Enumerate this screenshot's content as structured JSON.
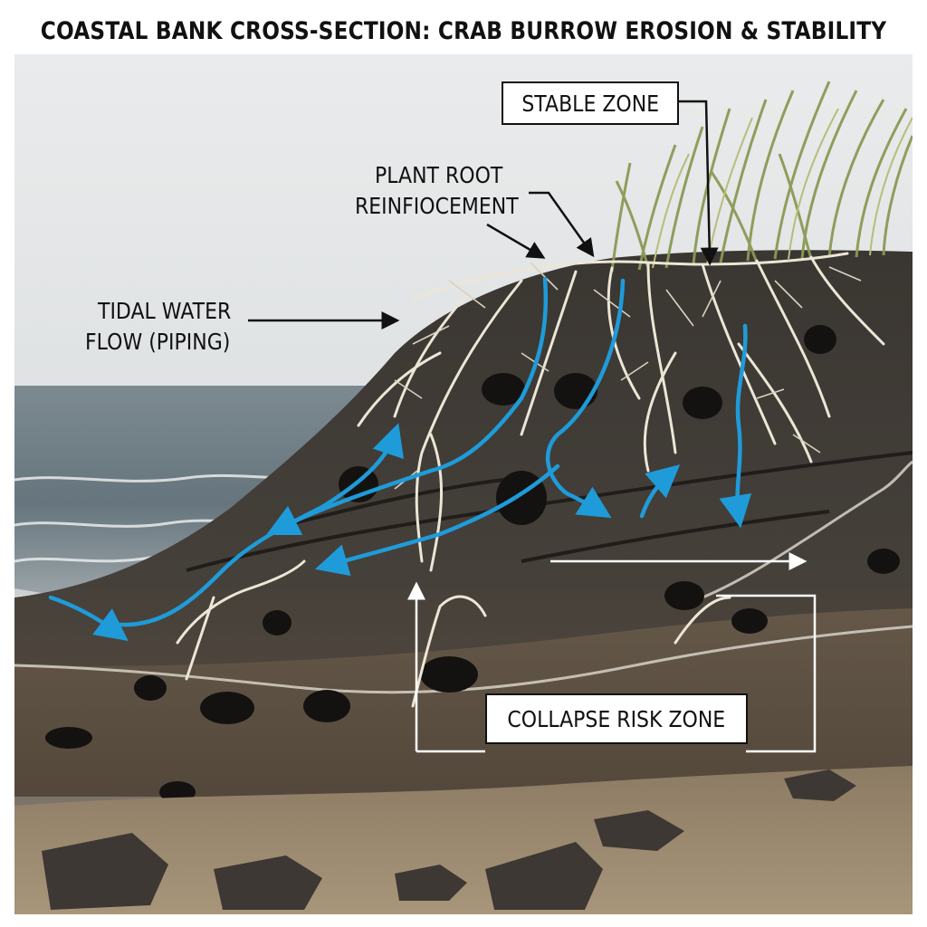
{
  "title": "COASTAL BANK CROSS-SECTION: CRAB BURROW EROSION & STABILITY",
  "labels": {
    "stable_zone": "STABLE ZONE",
    "plant_root_line1": "PLANT ROOT",
    "plant_root_line2": "REINFIOCEMENT",
    "tidal_line1": "TIDAL WATER",
    "tidal_line2": "FLOW (PIPING)",
    "collapse_zone": "COLLAPSE RISK ZONE"
  },
  "colors": {
    "water_flow": "#1f9bd9",
    "roots": "#ece6d6",
    "soil_dark": "#3b3630",
    "sky": "#e4e6e7",
    "sea": "#6f7f88",
    "sand": "#9c8a70",
    "grass": "#8a9a55"
  }
}
